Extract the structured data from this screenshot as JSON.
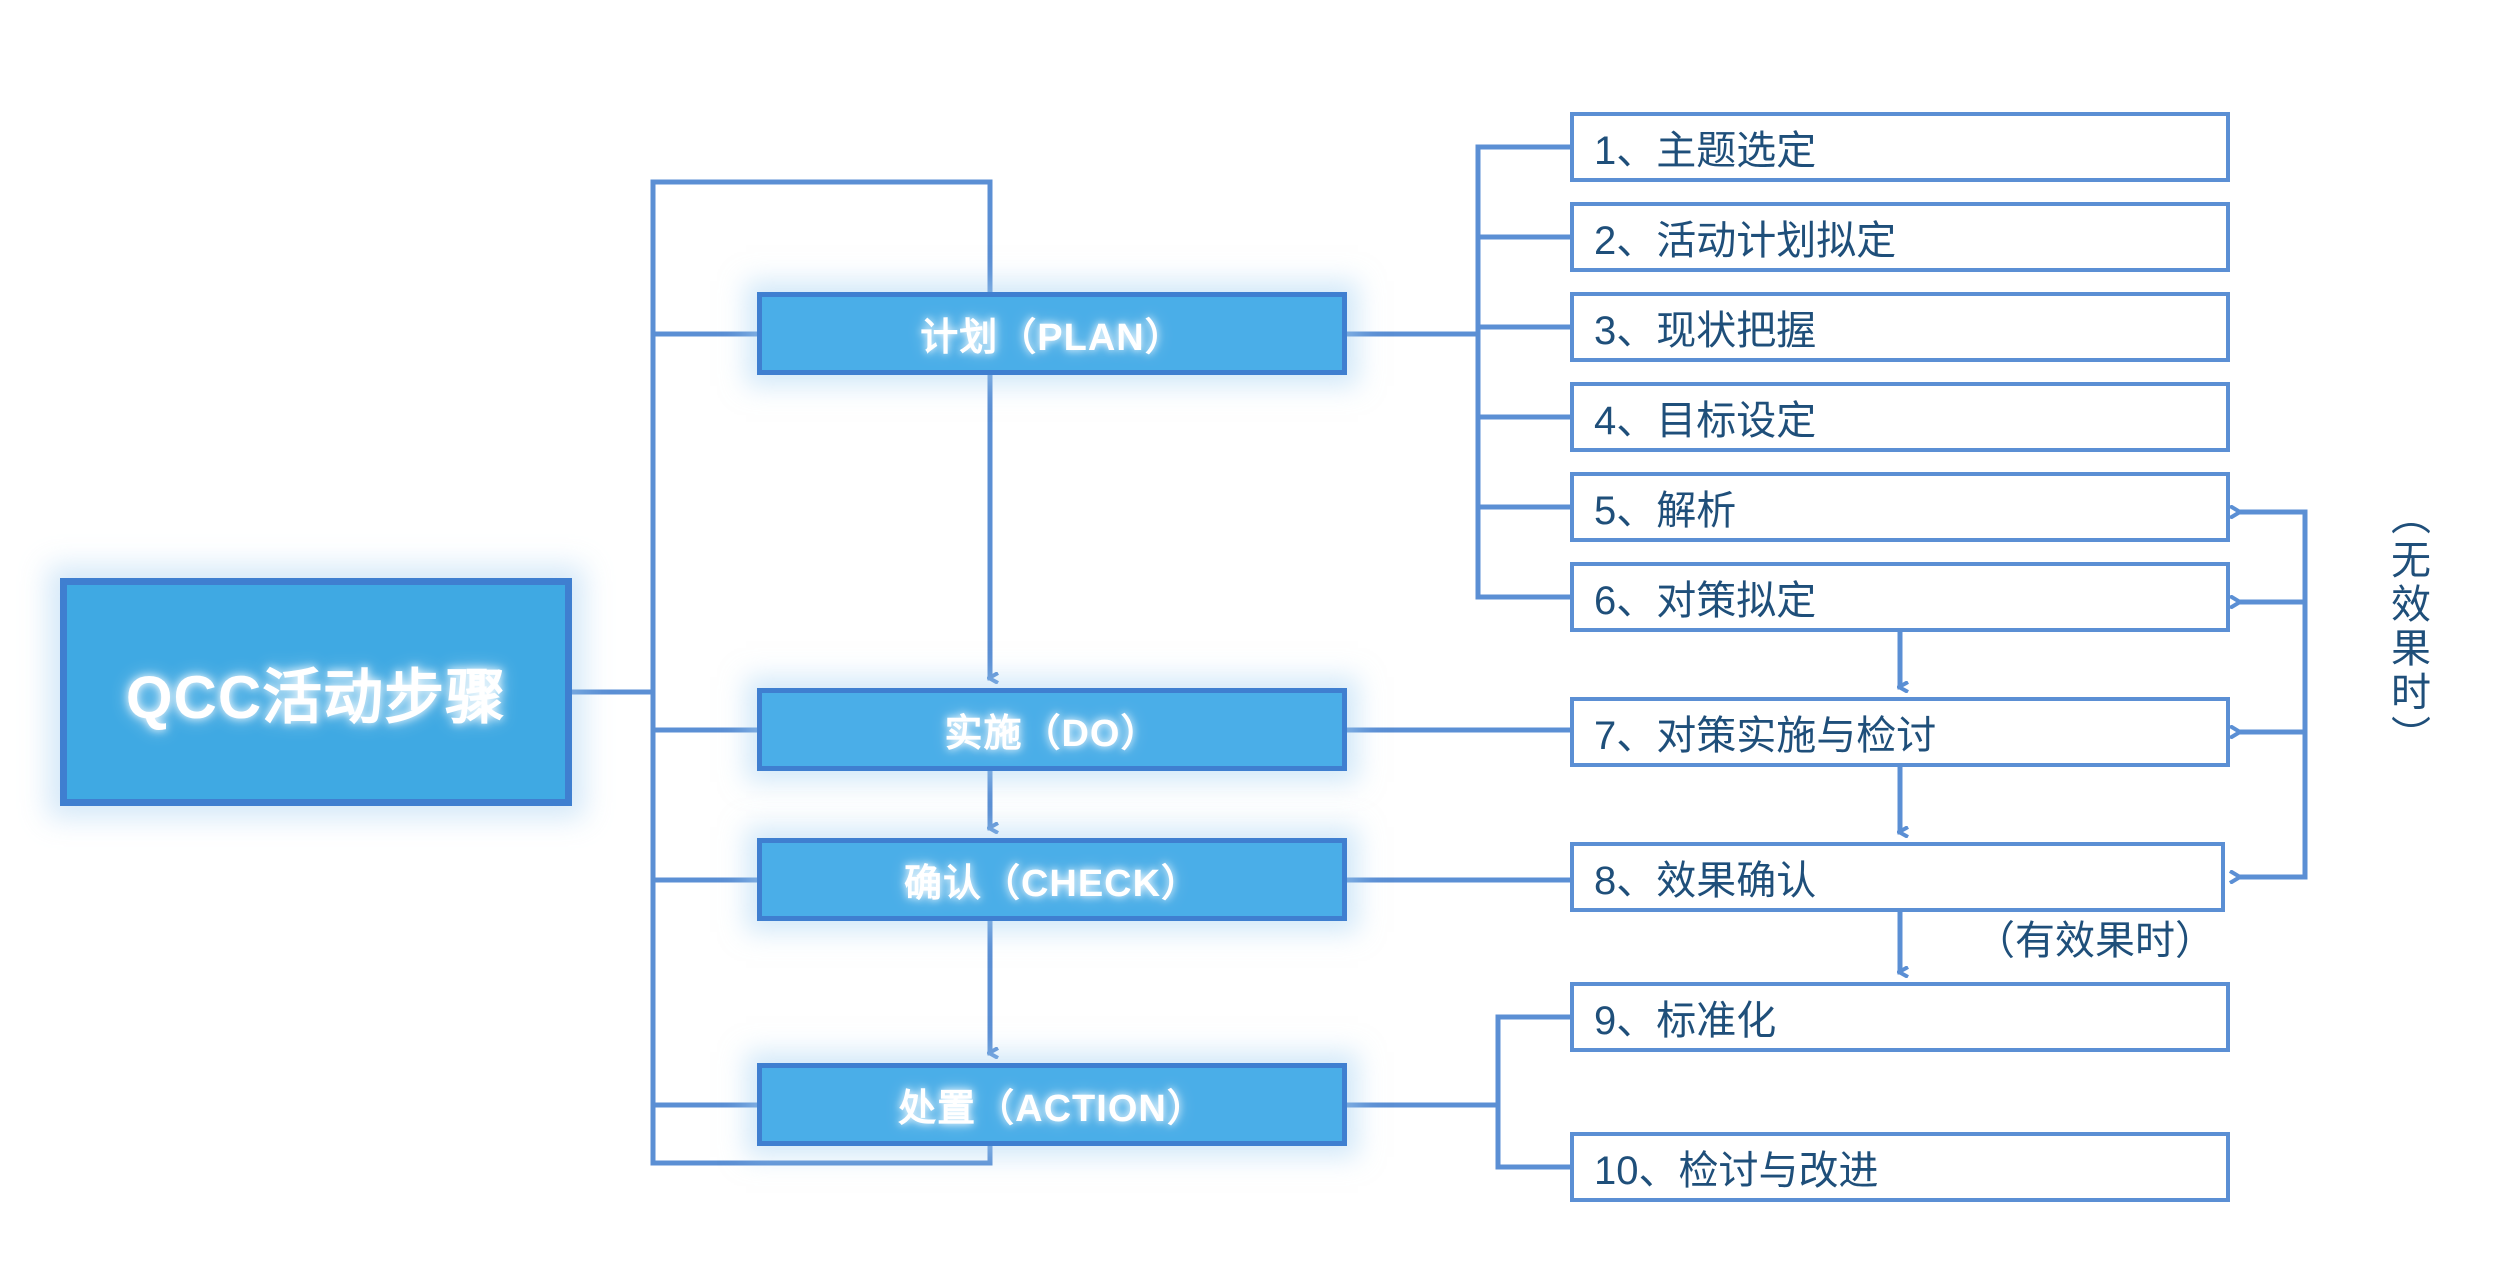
{
  "diagram": {
    "title": "QCC活动步骤",
    "colors": {
      "node_fill": "#3fa9e3",
      "stage_fill": "#4aaee8",
      "node_border": "#3f7fd0",
      "box_border": "#5b8fd4",
      "box_fill": "#ffffff",
      "text_on_blue": "#ffffff",
      "text_dark_blue": "#1f4f7a",
      "connector": "#5b8fd4",
      "background": "#ffffff"
    },
    "root": {
      "label": "QCC活动步骤"
    },
    "stages": [
      {
        "id": "plan",
        "label": "计划（PLAN）"
      },
      {
        "id": "do",
        "label": "实施（DO）"
      },
      {
        "id": "check",
        "label": "确认（CHECK）"
      },
      {
        "id": "action",
        "label": "处置（ACTION）"
      }
    ],
    "steps": [
      {
        "number": "1",
        "label": "1、主题选定",
        "stage": "plan"
      },
      {
        "number": "2",
        "label": "2、活动计划拟定",
        "stage": "plan"
      },
      {
        "number": "3",
        "label": "3、现状把握",
        "stage": "plan"
      },
      {
        "number": "4",
        "label": "4、目标设定",
        "stage": "plan"
      },
      {
        "number": "5",
        "label": "5、解析",
        "stage": "plan"
      },
      {
        "number": "6",
        "label": "6、对策拟定",
        "stage": "plan"
      },
      {
        "number": "7",
        "label": "7、对策实施与检讨",
        "stage": "do"
      },
      {
        "number": "8",
        "label": "8、效果确认",
        "stage": "check"
      },
      {
        "number": "9",
        "label": "9、标准化",
        "stage": "action"
      },
      {
        "number": "10",
        "label": "10、检讨与改进",
        "stage": "action"
      }
    ],
    "annotations": {
      "effective": "（有效果时）",
      "ineffective": "（无效果时）"
    }
  }
}
